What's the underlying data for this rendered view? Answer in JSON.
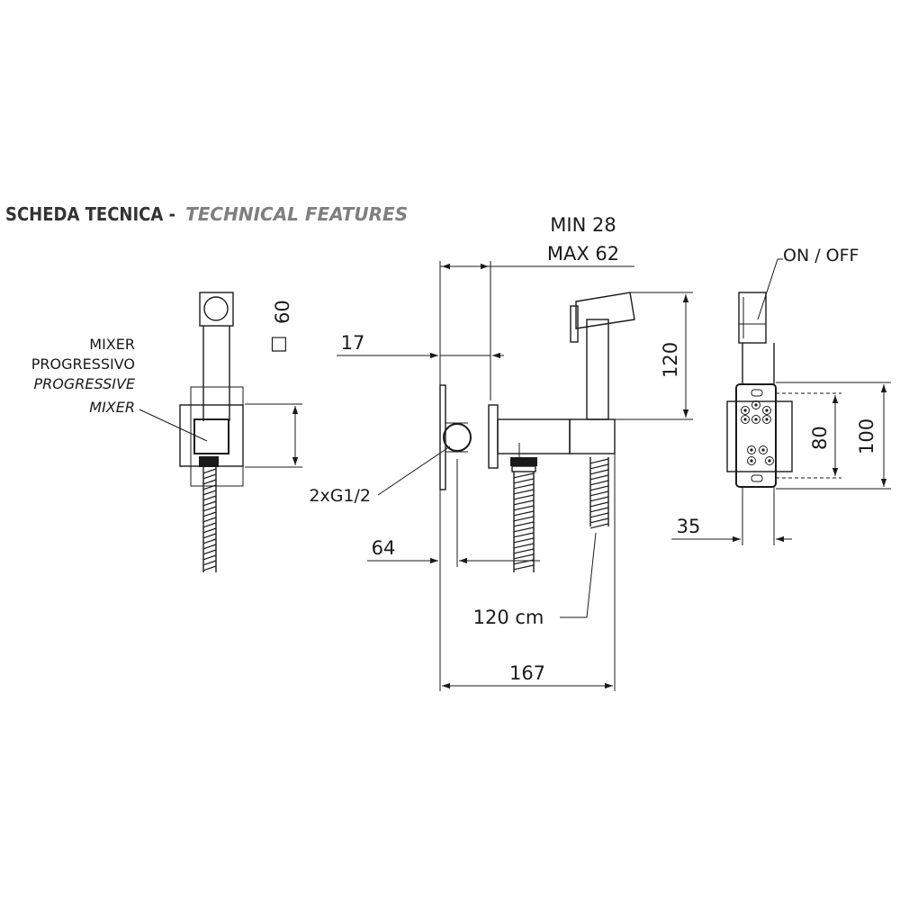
{
  "header": {
    "title_it": "SCHEDA TECNICA -",
    "title_en": "TECHNICAL FEATURES"
  },
  "colors": {
    "line": "#1a1a1a",
    "header_dark": "#333333",
    "header_light": "#7f7f7f"
  },
  "left_view": {
    "callout_line1": "MIXER",
    "callout_line2": "PROGRESSIVO",
    "callout_line3": "PROGRESSIVE",
    "callout_line4": "MIXER",
    "square_symbol": "□",
    "square_size": "60"
  },
  "side_view": {
    "dim_min": "MIN 28",
    "dim_max": "MAX 62",
    "dim_17": "17",
    "dim_120": "120",
    "thread": "2xG1/2",
    "dim_64": "64",
    "hose_length": "120 cm",
    "dim_167": "167"
  },
  "right_view": {
    "on_off": "ON / OFF",
    "dim_80": "80",
    "dim_100": "100",
    "dim_35": "35"
  }
}
